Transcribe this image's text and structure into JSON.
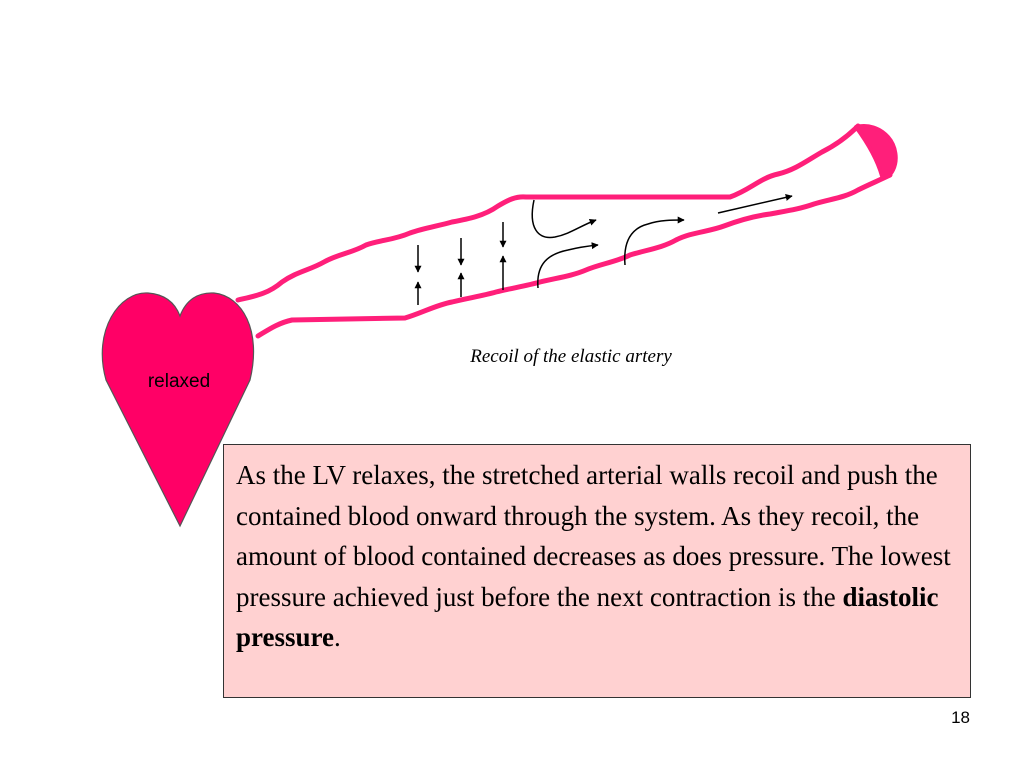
{
  "diagram": {
    "heart_label": "relaxed",
    "caption": "Recoil of the elastic artery"
  },
  "explanation": {
    "text_before": "As the LV relaxes, the stretched arterial walls recoil and push the contained blood onward through the system.  As they recoil, the amount of blood contained decreases as does pressure.  The lowest pressure achieved just before the next contraction is the ",
    "bold_term": "diastolic pressure",
    "text_after": "."
  },
  "slide_number": "18",
  "colors": {
    "heart_fill": "#ff0066",
    "artery_stroke": "#ff1f7a",
    "textbox_fill": "#ffd1d1"
  }
}
